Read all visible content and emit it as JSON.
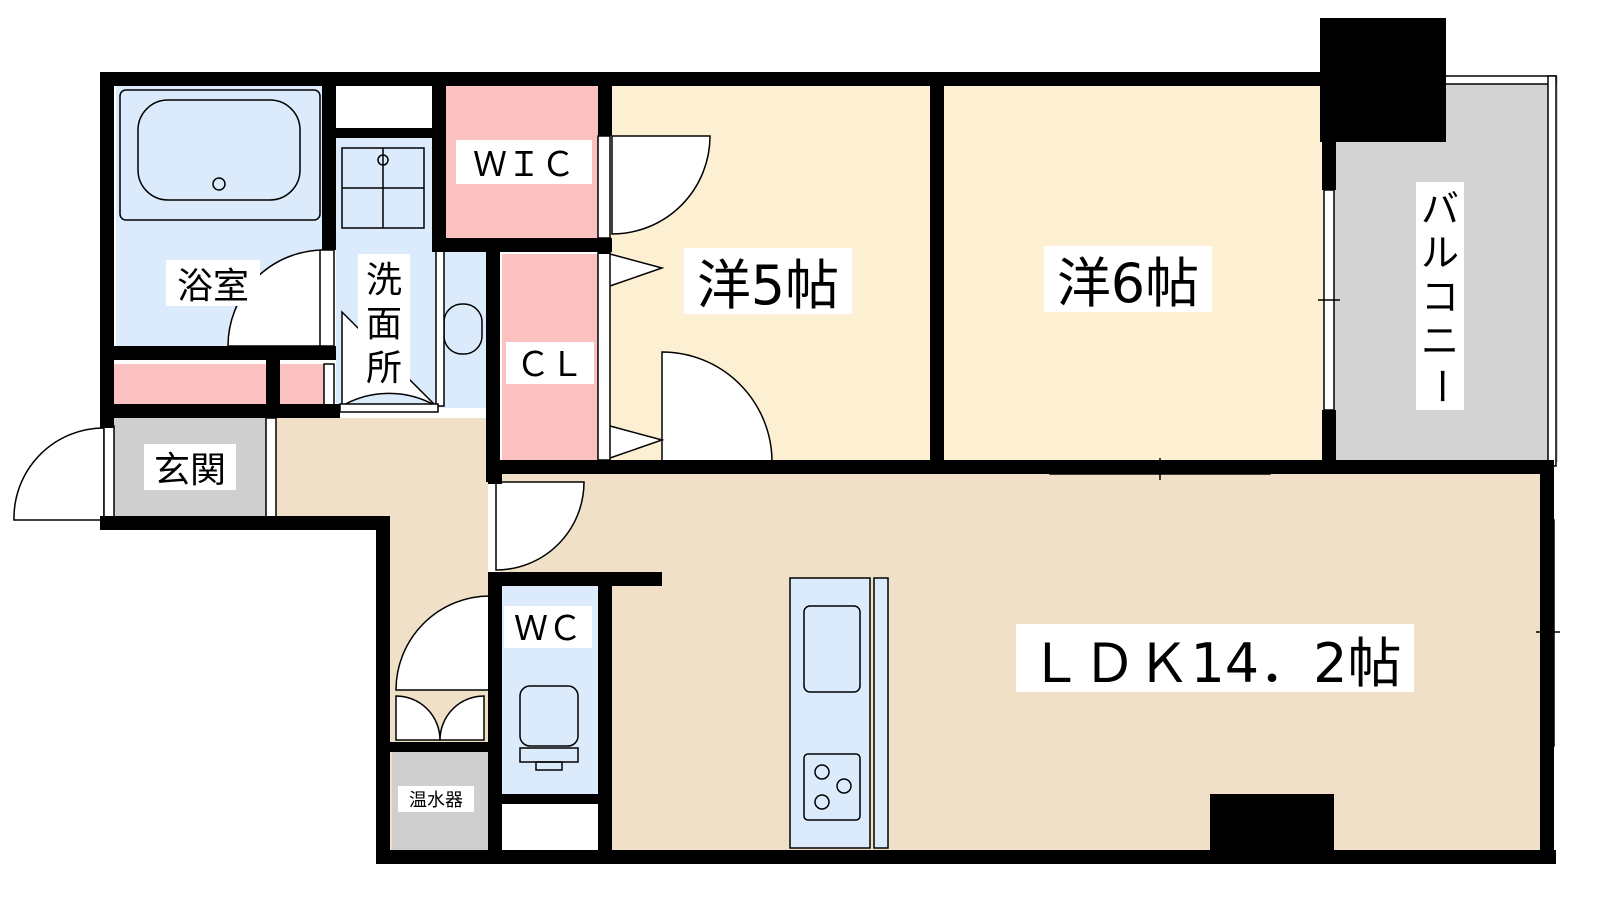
{
  "labels": {
    "bath": "浴室",
    "wash_1": "洗",
    "wash_2": "面",
    "wash_3": "所",
    "wic": "ＷＩＣ",
    "cl": "ＣＬ",
    "room_west5": "洋5帖",
    "room_west6": "洋6帖",
    "balcony_1": "バ",
    "balcony_2": "ル",
    "balcony_3": "コ",
    "balcony_4": "ニ",
    "balcony_5": "ー",
    "entrance": "玄関",
    "wc": "ＷＣ",
    "ldk": "ＬＤＫ14．2帖",
    "water_heater": "温水器"
  },
  "colors": {
    "wall": "#000000",
    "wet_area": "#dcebfb",
    "storage": "#fbc1c1",
    "bedroom": "#fdf0d2",
    "ldk": "#efe0c7",
    "balcony": "#d3d3d3",
    "entrance": "#cfcfcf",
    "label_bg": "#ffffff"
  }
}
